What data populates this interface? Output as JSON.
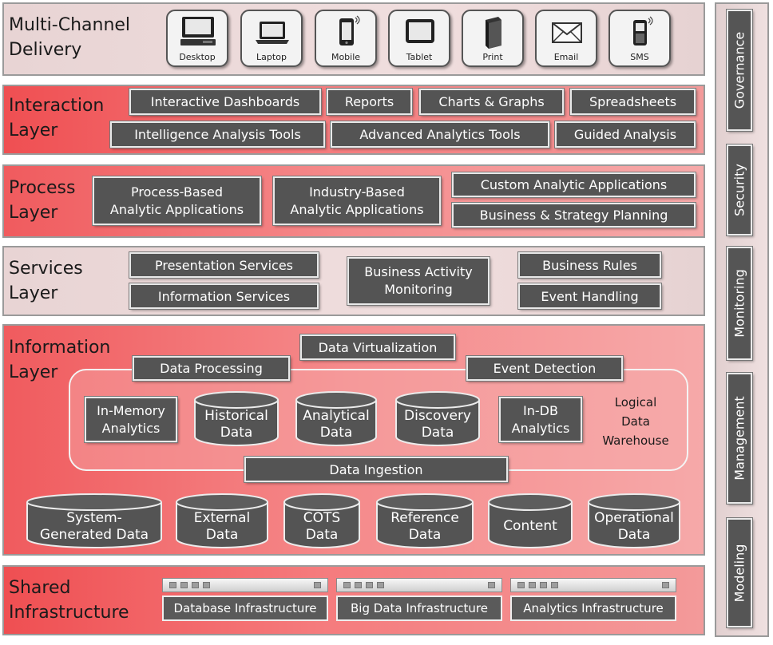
{
  "multichannel": {
    "title_lines": [
      "Multi-Channel",
      "Delivery"
    ],
    "devices": [
      "Desktop",
      "Laptop",
      "Mobile",
      "Tablet",
      "Print",
      "Email",
      "SMS"
    ]
  },
  "interaction": {
    "title_lines": [
      "Interaction",
      "Layer"
    ],
    "row1": [
      "Interactive Dashboards",
      "Reports",
      "Charts & Graphs",
      "Spreadsheets"
    ],
    "row2": [
      "Intelligence Analysis Tools",
      "Advanced Analytics Tools",
      "Guided Analysis"
    ]
  },
  "process": {
    "title_lines": [
      "Process",
      "Layer"
    ],
    "process_based": [
      "Process-Based",
      "Analytic Applications"
    ],
    "industry_based": [
      "Industry-Based",
      "Analytic Applications"
    ],
    "custom": "Custom  Analytic Applications",
    "business_strategy": "Business & Strategy Planning"
  },
  "services": {
    "title_lines": [
      "Services",
      "Layer"
    ],
    "presentation": "Presentation Services",
    "information": "Information Services",
    "bam": [
      "Business Activity",
      "Monitoring"
    ],
    "rules": "Business Rules",
    "events": "Event Handling"
  },
  "information": {
    "title_lines": [
      "Information",
      "Layer"
    ],
    "data_virtualization": "Data Virtualization",
    "data_processing": "Data Processing",
    "event_detection": "Event Detection",
    "in_memory": [
      "In-Memory",
      "Analytics"
    ],
    "historical": [
      "Historical",
      "Data"
    ],
    "analytical": [
      "Analytical",
      "Data"
    ],
    "discovery": [
      "Discovery",
      "Data"
    ],
    "in_db": [
      "In-DB",
      "Analytics"
    ],
    "logical_dw": [
      "Logical",
      "Data",
      "Warehouse"
    ],
    "data_ingestion": "Data Ingestion",
    "system_generated": [
      "System-",
      "Generated Data"
    ],
    "external": [
      "External",
      "Data"
    ],
    "cots": [
      "COTS",
      "Data"
    ],
    "reference": [
      "Reference",
      "Data"
    ],
    "content": "Content",
    "operational": [
      "Operational",
      "Data"
    ]
  },
  "shared": {
    "title_lines": [
      "Shared",
      "Infrastructure"
    ],
    "items": [
      "Database Infrastructure",
      "Big Data Infrastructure",
      "Analytics Infrastructure"
    ]
  },
  "side": [
    "Governance",
    "Security",
    "Monitoring",
    "Management",
    "Modeling"
  ]
}
